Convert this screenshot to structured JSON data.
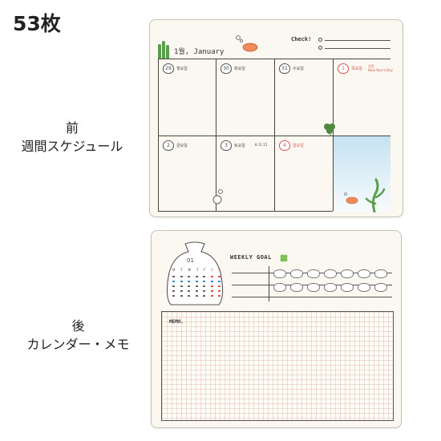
{
  "count_label": "53枚",
  "front": {
    "label_line1": "前",
    "label_line2": "週間スケジュール",
    "month_title": "1월, January",
    "check_label": "Check!",
    "days_top": [
      {
        "num": "29",
        "day": "월요일"
      },
      {
        "num": "30",
        "day": "화요일"
      },
      {
        "num": "31",
        "day": "수요일"
      },
      {
        "num": "1",
        "day": "목요일",
        "note": "신정\nNew Year's Day"
      }
    ],
    "days_bottom": [
      {
        "num": "2",
        "day": "금요일"
      },
      {
        "num": "3",
        "day": "토요일",
        "extra": "8 11.15"
      },
      {
        "num": "4",
        "day": "일요일"
      }
    ]
  },
  "back": {
    "label_line1": "後",
    "label_line2": "カレンダー・メモ",
    "weekly_goal": "WEEKLY GOAL",
    "memo_label": "MEMO.",
    "mini_cal_month": "01",
    "mini_cal_header": [
      "M",
      "T",
      "W",
      "T",
      "F",
      "S",
      "S"
    ]
  },
  "colors": {
    "accent_red": "#d9534f",
    "grid_line": "#e0b9a8",
    "card_bg": "#fbf8f2"
  }
}
